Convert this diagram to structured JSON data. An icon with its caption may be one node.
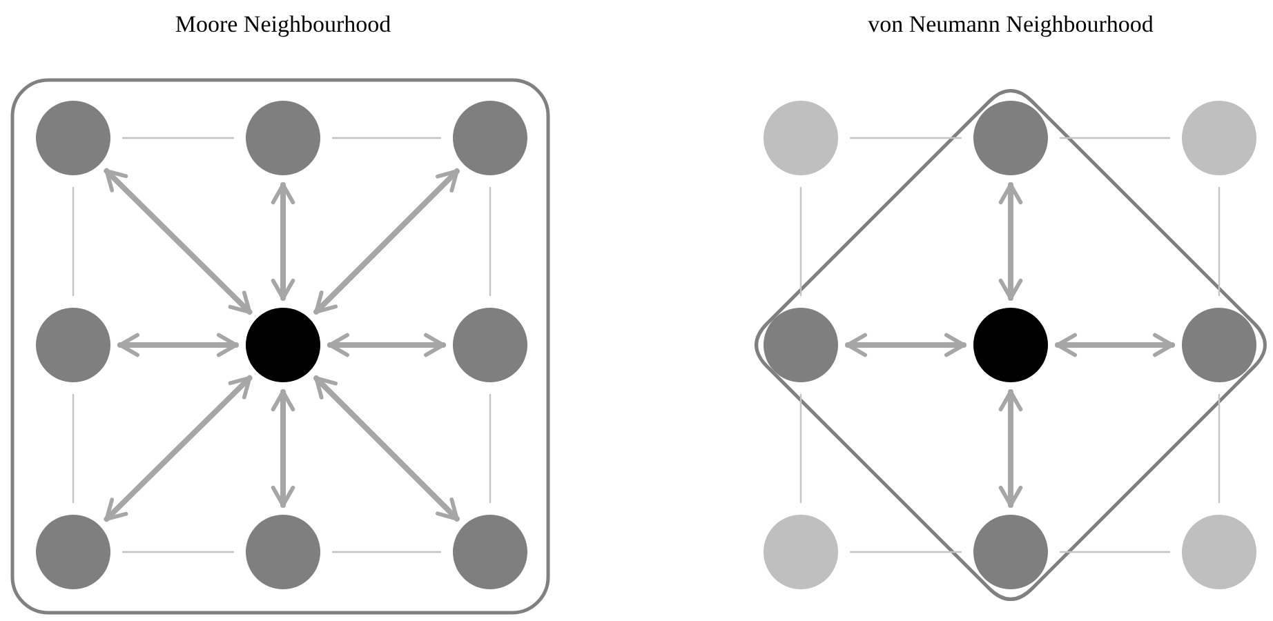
{
  "diagram": {
    "nodes": [
      {
        "text": [],
        "shape": "circle"
      },
      {
        "text": [],
        "shape": "circle"
      },
      {
        "text": [],
        "shape": "circle"
      },
      {
        "text": [],
        "shape": "circle"
      },
      {
        "text": [],
        "shape": "circle"
      },
      {
        "text": [],
        "shape": "circle"
      },
      {
        "text": [],
        "shape": "circle"
      },
      {
        "text": [],
        "shape": "circle"
      },
      {
        "text": [],
        "shape": "circle"
      },
      {
        "text": [],
        "shape": "circle"
      },
      {
        "text": [],
        "shape": "circle"
      },
      {
        "text": [],
        "shape": "circle"
      },
      {
        "text": [],
        "shape": "circle"
      },
      {
        "text": [],
        "shape": "circle"
      },
      {
        "text": [],
        "shape": "circle"
      },
      {
        "text": [],
        "shape": "circle"
      },
      {
        "text": [],
        "shape": "circle"
      },
      {
        "text": [],
        "shape": "circle"
      }
    ],
    "edges": [
      {
        "from": 0,
        "to": 1,
        "arrow": "none"
      },
      {
        "from": 1,
        "to": 2,
        "arrow": "none"
      },
      {
        "from": 0,
        "to": 3,
        "arrow": "none"
      },
      {
        "from": 2,
        "to": 5,
        "arrow": "none"
      },
      {
        "from": 3,
        "to": 6,
        "arrow": "none"
      },
      {
        "from": 5,
        "to": 8,
        "arrow": "none"
      },
      {
        "from": 6,
        "to": 7,
        "arrow": "none"
      },
      {
        "from": 7,
        "to": 8,
        "arrow": "none"
      },
      {
        "from": 4,
        "to": 0,
        "arrow": "both",
        "style": "thick",
        "color": "#a6a6a6"
      },
      {
        "from": 4,
        "to": 1,
        "arrow": "both",
        "style": "thick",
        "color": "#a6a6a6"
      },
      {
        "from": 4,
        "to": 2,
        "arrow": "both",
        "style": "thick",
        "color": "#a6a6a6"
      },
      {
        "from": 4,
        "to": 3,
        "arrow": "both",
        "style": "thick",
        "color": "#a6a6a6"
      },
      {
        "from": 4,
        "to": 5,
        "arrow": "both",
        "style": "thick",
        "color": "#a6a6a6"
      },
      {
        "from": 4,
        "to": 6,
        "arrow": "both",
        "style": "thick",
        "color": "#a6a6a6"
      },
      {
        "from": 4,
        "to": 7,
        "arrow": "both",
        "style": "thick",
        "color": "#a6a6a6"
      },
      {
        "from": 4,
        "to": 8,
        "arrow": "both",
        "style": "thick",
        "color": "#a6a6a6"
      },
      {
        "from": 9,
        "to": 10,
        "arrow": "none"
      },
      {
        "from": 10,
        "to": 11,
        "arrow": "none"
      },
      {
        "from": 9,
        "to": 12,
        "arrow": "none"
      },
      {
        "from": 11,
        "to": 14,
        "arrow": "none"
      },
      {
        "from": 12,
        "to": 15,
        "arrow": "none"
      },
      {
        "from": 14,
        "to": 17,
        "arrow": "none"
      },
      {
        "from": 15,
        "to": 16,
        "arrow": "none"
      },
      {
        "from": 16,
        "to": 17,
        "arrow": "none"
      },
      {
        "from": 13,
        "to": 10,
        "arrow": "both",
        "style": "thick",
        "color": "#a6a6a6"
      },
      {
        "from": 13,
        "to": 12,
        "arrow": "both",
        "style": "thick",
        "color": "#a6a6a6"
      },
      {
        "from": 13,
        "to": 14,
        "arrow": "both",
        "style": "thick",
        "color": "#a6a6a6"
      },
      {
        "from": 13,
        "to": 16,
        "arrow": "both",
        "style": "thick",
        "color": "#a6a6a6"
      }
    ],
    "labels": [
      "Moore Neighbourhood",
      "von Neumann Neighbourhood"
    ]
  }
}
